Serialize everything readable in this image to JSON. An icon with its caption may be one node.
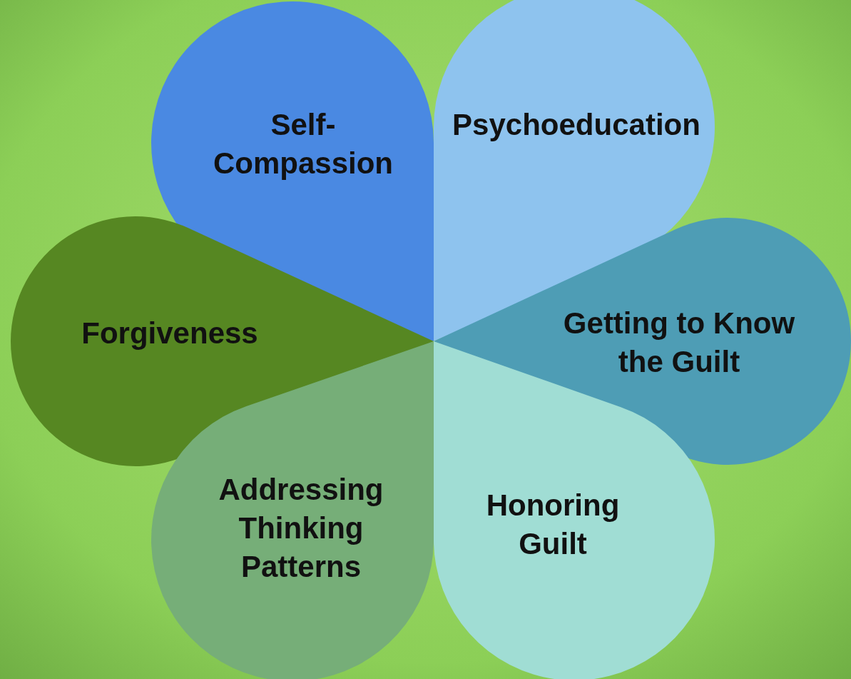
{
  "diagram": {
    "nodes": [
      {
        "text": [
          "Self-Compassion"
        ]
      },
      {
        "text": [
          "Psychoeducation"
        ]
      },
      {
        "text": [
          "Forgiveness"
        ]
      },
      {
        "text": [
          "Getting to Know the Guilt"
        ]
      },
      {
        "text": [
          "Addressing Thinking Patterns"
        ]
      },
      {
        "text": [
          "Honoring Guilt"
        ]
      }
    ]
  }
}
